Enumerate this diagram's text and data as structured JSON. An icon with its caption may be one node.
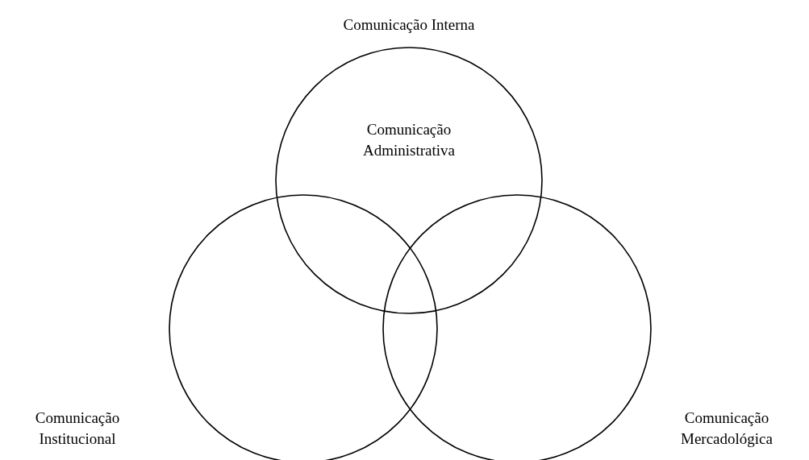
{
  "diagram": {
    "nodes": [
      {
        "text": [
          "Comunicação Interna",
          "Comunicação Administrativa"
        ]
      },
      {
        "text": [
          "Comunicação Institucional"
        ]
      },
      {
        "text": [
          "Comunicação Mercadológica"
        ]
      }
    ]
  }
}
